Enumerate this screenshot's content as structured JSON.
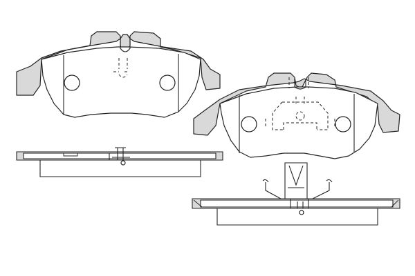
{
  "figure": {
    "description_free": true,
    "colors": {
      "backing_plate": "#d9d9d9",
      "friction_pad": "#ffffff",
      "outline": "#222222",
      "background": "#ffffff"
    },
    "parts": [
      "left-pad-front-view",
      "left-pad-side-view",
      "right-pad-front-view",
      "right-pad-side-view"
    ]
  }
}
